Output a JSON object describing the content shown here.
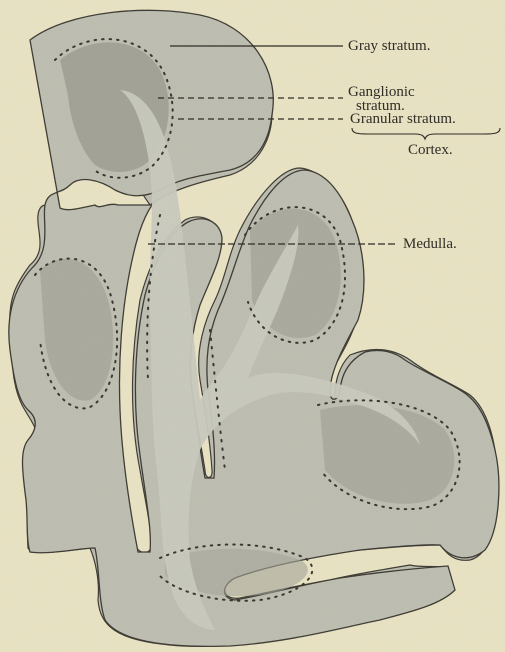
{
  "labels": {
    "gray_stratum": "Gray stratum.",
    "ganglionic_stratum_line1": "Ganglionic",
    "ganglionic_stratum_line2": "stratum.",
    "granular_stratum": "Granular stratum.",
    "cortex": "Cortex.",
    "medulla": "Medulla."
  },
  "colors": {
    "background": "#e9e3c3",
    "tissue": "#bdbdb0",
    "medulla": "#c8c9bd",
    "shading": "#9c9c90",
    "ink": "#2f2d26"
  }
}
